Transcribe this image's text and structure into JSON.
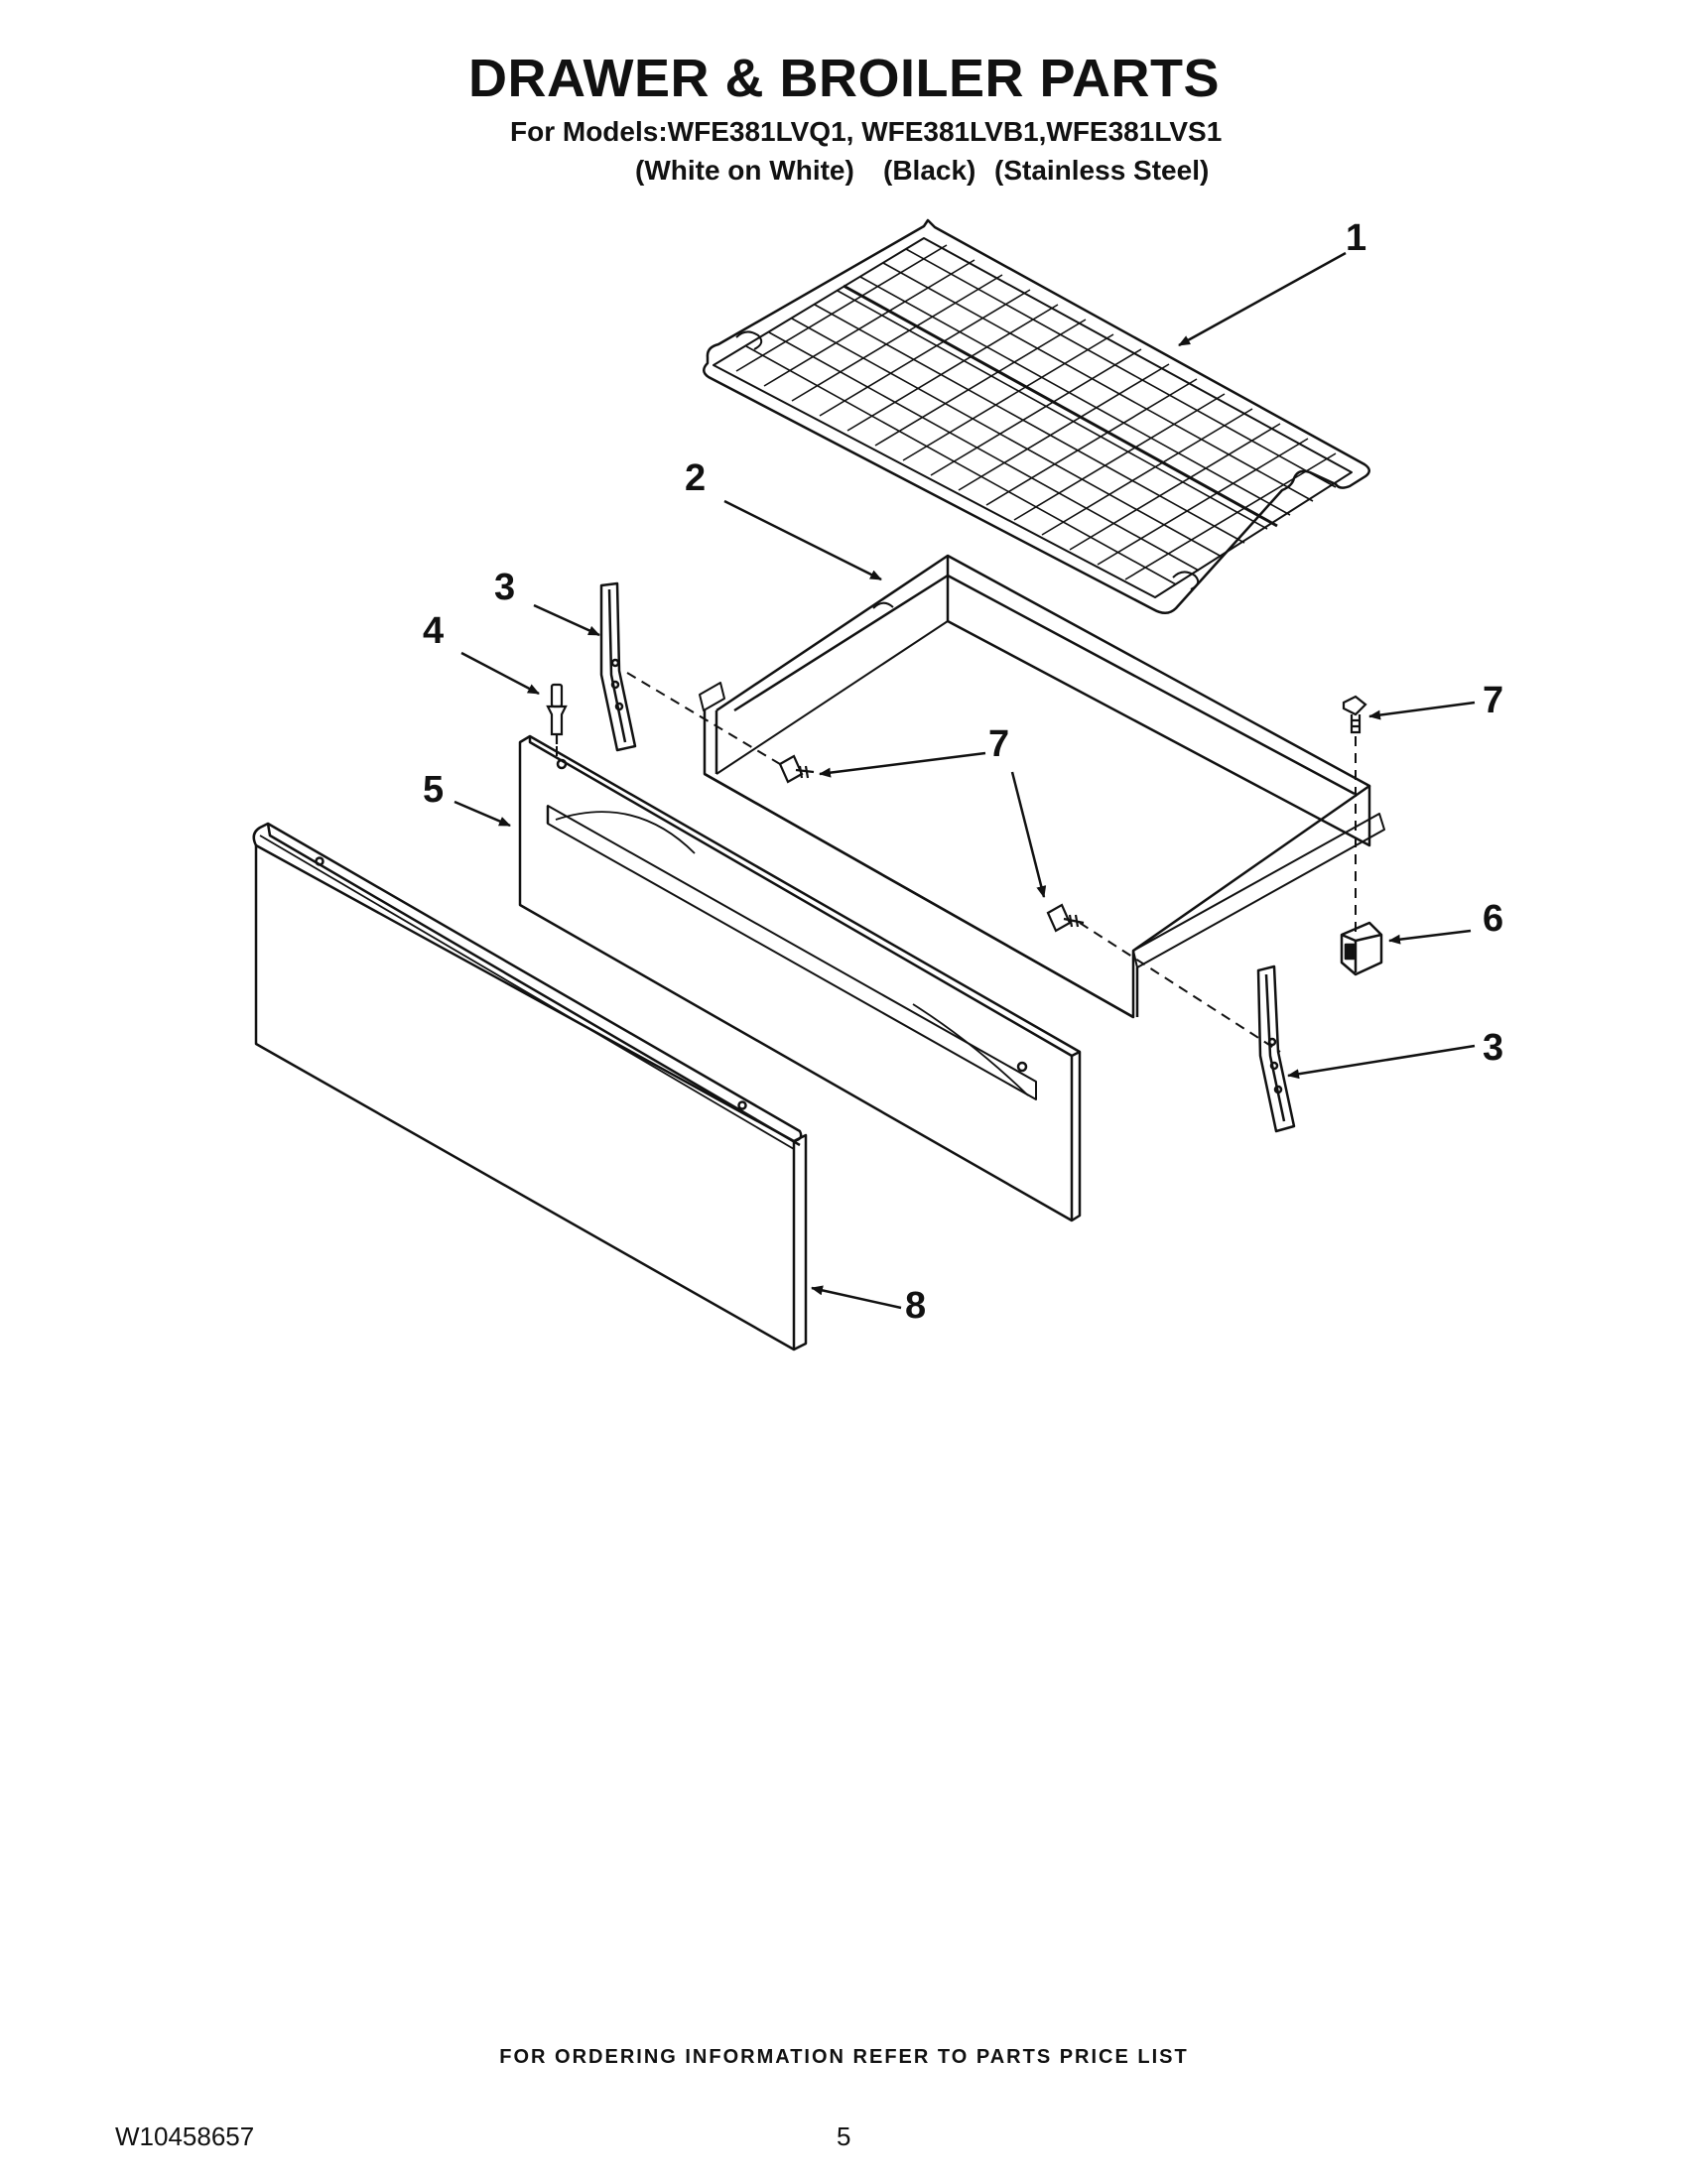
{
  "header": {
    "title": "DRAWER & BROILER PARTS",
    "models_line": "For Models:WFE381LVQ1, WFE381LVB1,WFE381LVS1",
    "variants": {
      "white": "(White on White)",
      "black": "(Black)",
      "stainless": "(Stainless Steel)"
    }
  },
  "diagram": {
    "callouts": {
      "c1": "1",
      "c2": "2",
      "c3a": "3",
      "c3b": "3",
      "c4": "4",
      "c5": "5",
      "c6": "6",
      "c7a": "7",
      "c7b": "7",
      "c8": "8"
    }
  },
  "footer": {
    "note": "FOR ORDERING INFORMATION REFER TO PARTS PRICE LIST",
    "doc_number": "W10458657",
    "page_number": "5"
  }
}
